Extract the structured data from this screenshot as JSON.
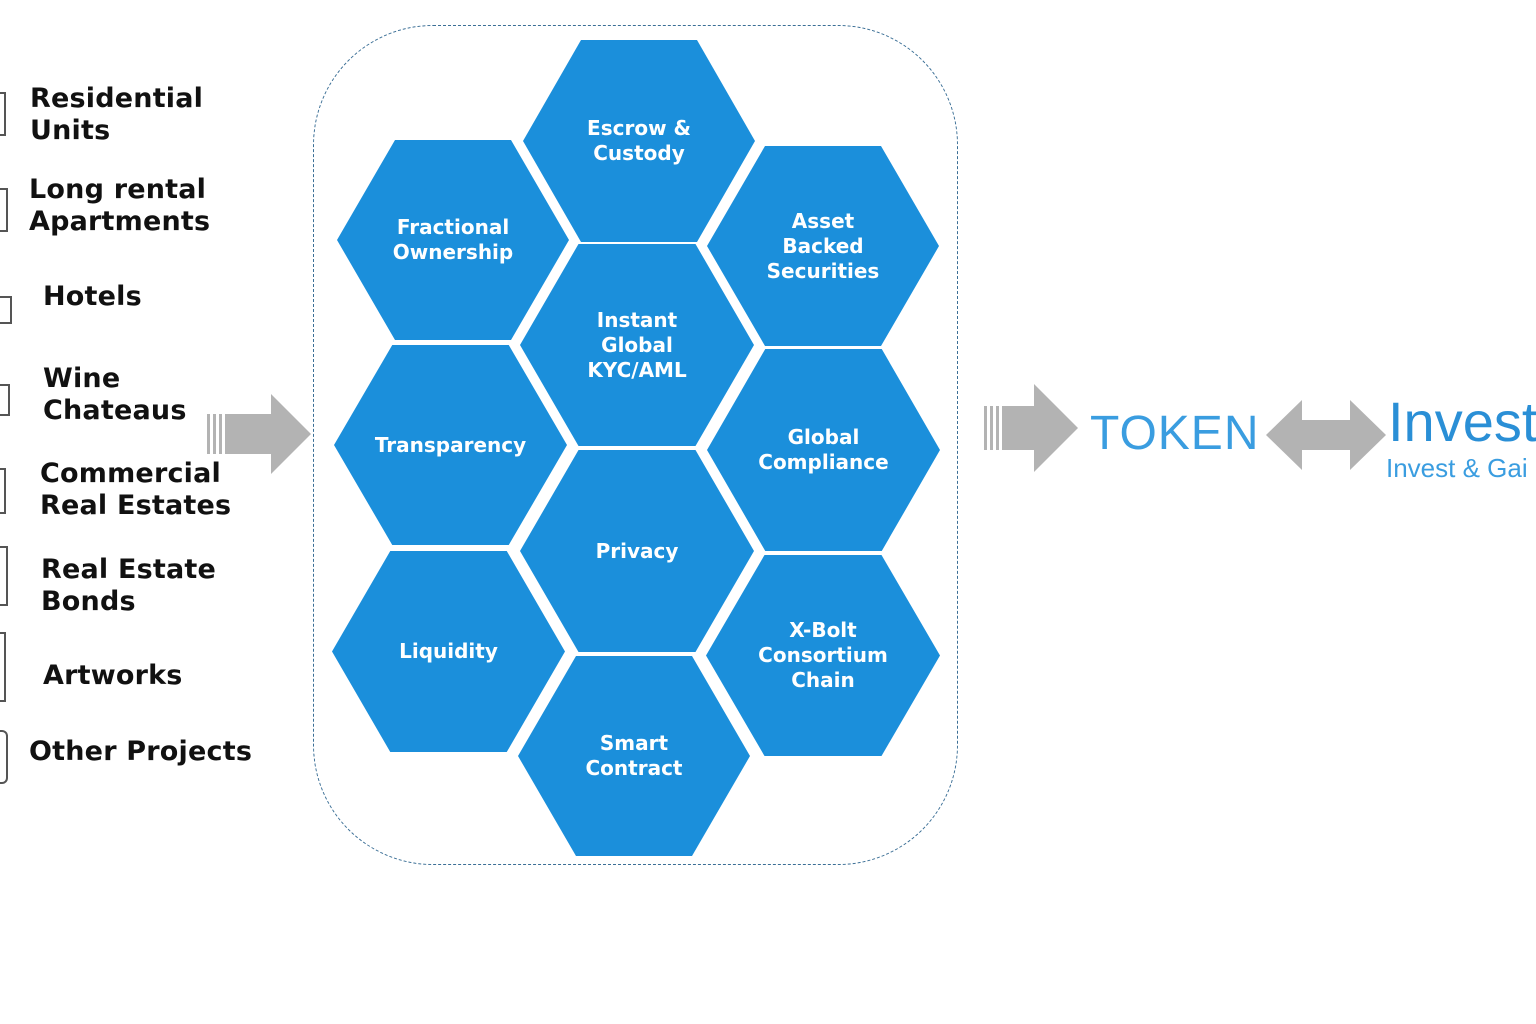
{
  "assets": [
    {
      "line1": "Residential",
      "line2": "Units",
      "icon": "building-icon"
    },
    {
      "line1": "Long rental",
      "line2": "Apartments",
      "icon": "apartment-icon"
    },
    {
      "line1": "Hotels",
      "line2": "",
      "icon": "hotel-icon"
    },
    {
      "line1": "Wine",
      "line2": "Chateaus",
      "icon": "chateau-icon"
    },
    {
      "line1": "Commercial",
      "line2": "Real Estates",
      "icon": "commercial-icon"
    },
    {
      "line1": "Real Estate",
      "line2": "Bonds",
      "icon": "bond-icon"
    },
    {
      "line1": "Artworks",
      "line2": "",
      "icon": "artwork-icon"
    },
    {
      "line1": "Other Projects",
      "line2": "",
      "icon": "project-icon"
    }
  ],
  "features": {
    "escrow": "Escrow &\nCustody",
    "fractional": "Fractional\nOwnership",
    "abs": "Asset\nBacked\nSecurities",
    "kyc": "Instant\nGlobal\nKYC/AML",
    "transparency": "Transparency",
    "compliance": "Global\nCompliance",
    "privacy": "Privacy",
    "liquidity": "Liquidity",
    "xbolt": "X-Bolt\nConsortium\nChain",
    "smart": "Smart\nContract"
  },
  "token": {
    "label": "TOKEN"
  },
  "invest": {
    "title": "Invest",
    "subtitle": "Invest & Gai"
  },
  "colors": {
    "hex_fill": "#1b8fdb",
    "token_text": "#3a9de0",
    "arrow": "#b3b3b3",
    "container_border": "#3b6f96"
  }
}
